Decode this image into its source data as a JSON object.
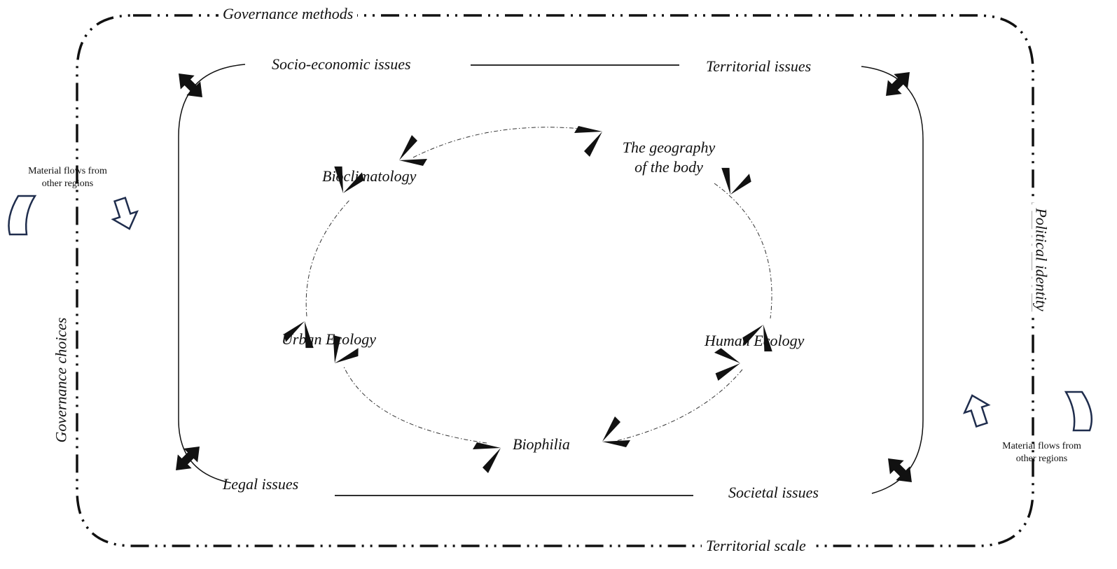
{
  "frame": {
    "top": "Governance methods",
    "bottom": "Territorial scale",
    "left": "Governance  choices",
    "right": "Political identity"
  },
  "issues": {
    "top_left": "Socio-economic issues",
    "top_right": "Territorial issues",
    "bottom_left": "Legal issues",
    "bottom_right": "Societal issues"
  },
  "cycle": {
    "bioclimatology": "Bioclimatology",
    "geography_line1": "The geography",
    "geography_line2": "of the body",
    "urban_ecology": "Urban Ecology",
    "human_ecology": "Human Ecology",
    "biophilia": "Biophilia"
  },
  "flows": {
    "left_line1": "Material flows from",
    "left_line2": "other regions",
    "right_line1": "Material flows from",
    "right_line2": "other regions"
  },
  "colors": {
    "ink": "#111111",
    "flow_arrow": "#1f2d4d"
  }
}
